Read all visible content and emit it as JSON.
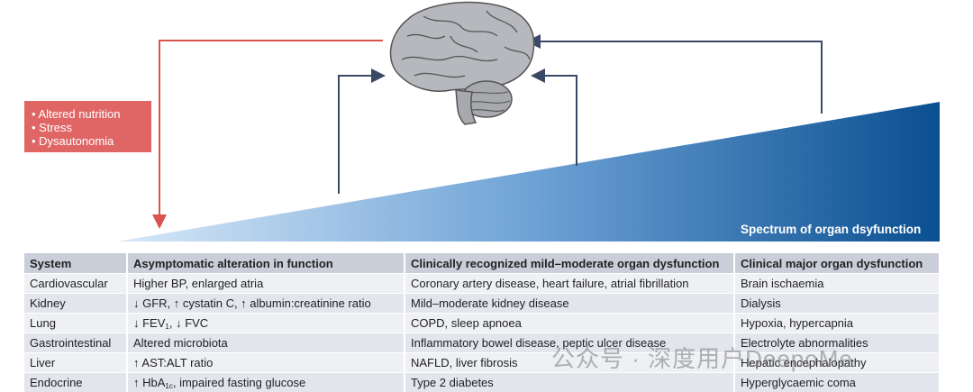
{
  "risk_factors": [
    "Altered nutrition",
    "Stress",
    "Dysautonomia"
  ],
  "spectrum_label": "Spectrum of organ dsyfunction",
  "table": {
    "headers": [
      "System",
      "Asymptomatic alteration in function",
      "Clinically recognized mild–moderate organ dysfunction",
      "Clinical major organ dysfunction"
    ],
    "rows": [
      [
        "Cardiovascular",
        "Higher BP, enlarged atria",
        "Coronary artery disease, heart failure, atrial fibrillation",
        "Brain ischaemia"
      ],
      [
        "Kidney",
        "↓ GFR, ↑ cystatin C, ↑ albumin:creatinine ratio",
        "Mild–moderate kidney disease",
        "Dialysis"
      ],
      [
        "Lung",
        "↓ FEV1, ↓ FVC",
        "COPD, sleep apnoea",
        "Hypoxia, hypercapnia"
      ],
      [
        "Gastrointestinal",
        "Altered microbiota",
        "Inflammatory bowel disease, peptic ulcer disease",
        "Electrolyte abnormalities"
      ],
      [
        "Liver",
        "↑ AST:ALT ratio",
        "NAFLD, liver fibrosis",
        "Hepatic encephalopathy"
      ],
      [
        "Endocrine",
        "↑ HbA1c, impaired fasting glucose",
        "Type 2 diabetes",
        "Hyperglycaemic coma"
      ]
    ]
  },
  "watermark": "公众号 · 深度用户DeepoMe",
  "colors": {
    "red_arrow": "#d9534f",
    "navy_arrow": "#3a4a66",
    "wedge_start": "#cfe3f5",
    "wedge_end": "#0a4f91",
    "factor_box": "#e06666"
  }
}
